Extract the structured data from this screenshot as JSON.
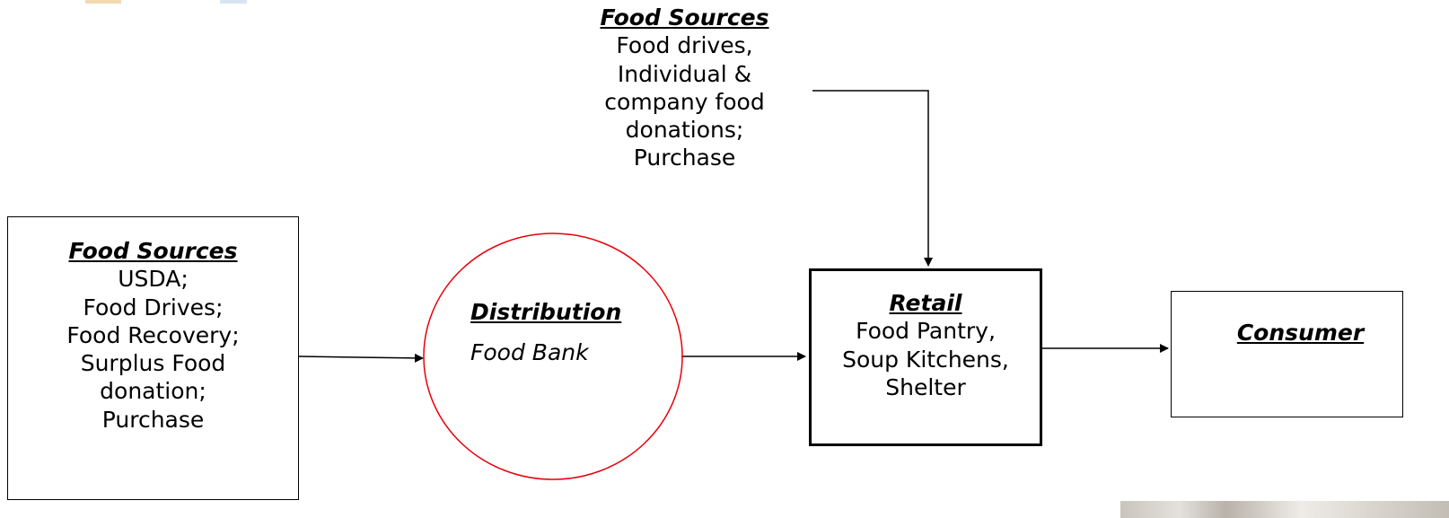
{
  "top_sources": {
    "title": "Food Sources",
    "lines": [
      "Food drives,",
      "Individual &",
      "company food",
      "donations;",
      "Purchase"
    ]
  },
  "left_sources": {
    "title": "Food Sources",
    "lines": [
      "USDA;",
      "Food Drives;",
      "Food Recovery;",
      "Surplus Food",
      "donation;",
      "Purchase"
    ]
  },
  "distribution": {
    "title": "Distribution",
    "subtitle": "Food Bank",
    "border_color": "#e8000b"
  },
  "retail": {
    "title": "Retail",
    "lines": [
      "Food Pantry,",
      "Soup Kitchens,",
      "Shelter"
    ]
  },
  "consumer": {
    "title": "Consumer"
  }
}
